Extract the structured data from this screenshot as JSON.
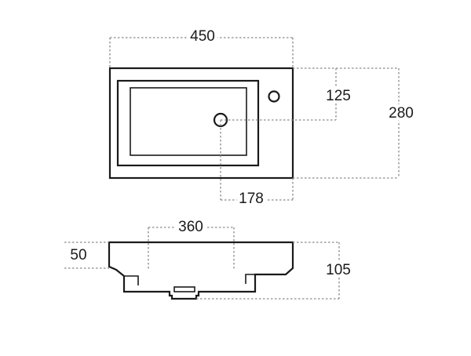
{
  "top_view": {
    "width_label": "450",
    "depth_label": "280",
    "tap_hole_offset_label": "125",
    "waste_offset_label": "178"
  },
  "front_view": {
    "inner_width_label": "360",
    "rim_height_label": "50",
    "total_height_label": "105"
  },
  "colors": {
    "outline": "#1a1a1a",
    "dimension_line": "#8a8a8a"
  }
}
